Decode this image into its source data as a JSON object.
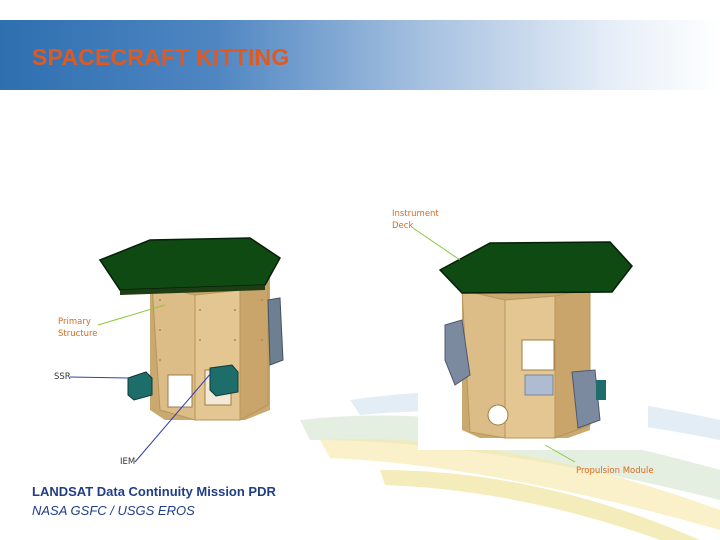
{
  "slide": {
    "title": "SPACECRAFT KITTING"
  },
  "callouts": {
    "instrument_deck": [
      "Instrument",
      "Deck"
    ],
    "primary_structure": [
      "Primary",
      "Structure"
    ],
    "ssr": "SSR",
    "iem": "IEM",
    "propulsion_module": "Propulsion Module"
  },
  "footer": {
    "mission": "LANDSAT Data Continuity Mission PDR",
    "org": "NASA GSFC / USGS EROS"
  },
  "colors": {
    "title": "#e1591f",
    "footer_text": "#203d8a",
    "callout_text": "#d96a1e",
    "deck_green": "#0f4a12",
    "structure_tan": "#d8b782",
    "leader_green": "#8cc63f",
    "leader_blue": "#2f3fb0"
  }
}
